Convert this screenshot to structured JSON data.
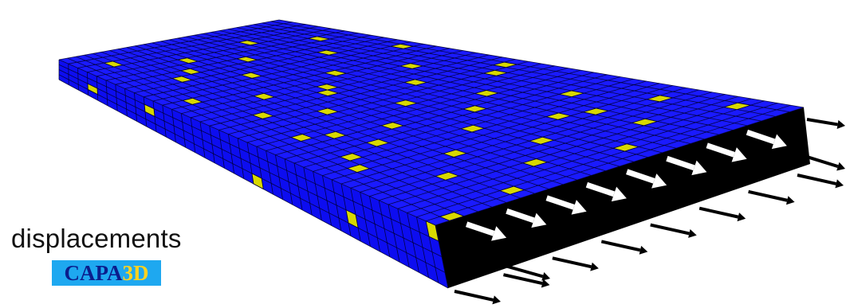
{
  "caption": "displacements",
  "logo": {
    "part1": "CAPA",
    "part2": "3D",
    "background": "#1ea8f0"
  },
  "colors": {
    "cell_blue": "#1010ff",
    "cell_dark_blue": "#0000b8",
    "defect_yellow": "#d8d800",
    "mesh_lines": "#000033",
    "loaded_face": "#000000",
    "inner_arrows": "#ffffff",
    "outer_arrows": "#000000"
  }
}
